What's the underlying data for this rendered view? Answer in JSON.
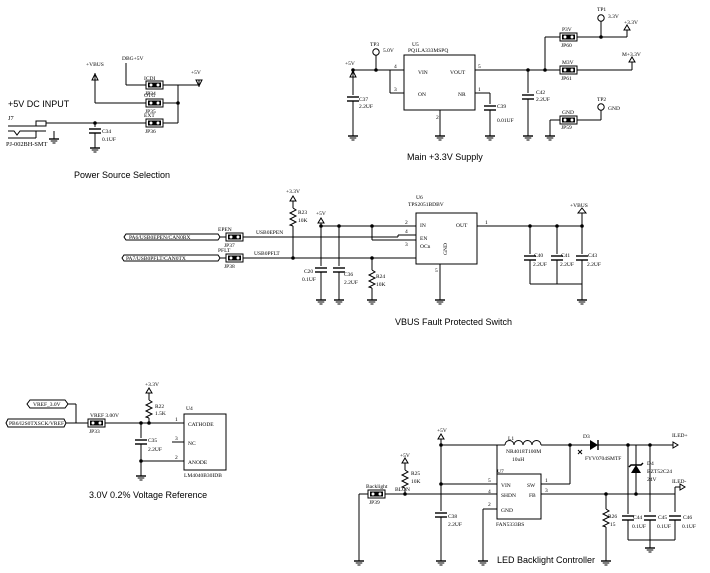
{
  "sections": {
    "power": "Power Source Selection",
    "main33": "Main +3.3V Supply",
    "vbus": "VBUS Fault Protected Switch",
    "vref": "3.0V 0.2% Voltage Reference",
    "led": "LED Backlight Controller"
  },
  "power": {
    "input_label": "+5V DC INPUT",
    "j7_ref": "J7",
    "j7_part": "PJ-002BH-SMT",
    "vbus_net": "+VBUS",
    "dbg_net": "DBG+5V",
    "p5v_net": "+5V",
    "jp34_lbl": "ICDI",
    "jp34_ref": "JP34",
    "jp35_lbl": "OTG",
    "jp35_ref": "JP35",
    "jp36_lbl": "EXT",
    "jp36_ref": "JP36",
    "c34_ref": "C34",
    "c34_val": "0.1UF"
  },
  "main33": {
    "tp3_ref": "TP3",
    "tp3_val": "5.0V",
    "u5_ref": "U5",
    "u5_part": "PQ1LA333MSPQ",
    "p5v_net": "+5V",
    "pin_vin": "VIN",
    "pin_vout": "VOUT",
    "pin_on": "ON",
    "pin_nr": "NR",
    "n4": "4",
    "n5": "5",
    "n3": "3",
    "n1": "1",
    "n2": "2",
    "c37_ref": "C37",
    "c37_val": "2.2UF",
    "c39_ref": "C39",
    "c39_val": "0.01UF",
    "c42_ref": "C42",
    "c42_val": "2.2UF",
    "tp1_ref": "TP1",
    "tp1_val": "3.3V",
    "p33_net": "+3.3V",
    "m33_net": "M+3.3V",
    "p3v_lbl": "P3V",
    "jp60_ref": "JP60",
    "m3v_lbl": "M3V",
    "jp61_ref": "JP61",
    "gnd_lbl": "GND",
    "jp59_ref": "JP59",
    "tp2_ref": "TP2",
    "tp2_val": "GND"
  },
  "vbus": {
    "p33_net": "+3.3V",
    "p5v_net": "+5V",
    "vbus_net": "+VBUS",
    "r23_ref": "R23",
    "r23_val": "10K",
    "sig_epen": "PA6/USB0EPEN/CAN0RX",
    "sig_pflt": "PA7/USB0PFLT/CAN0TX",
    "epen_lbl": "EPEN",
    "jp37_ref": "JP37",
    "pflt_lbl": "PFLT",
    "jp38_ref": "JP38",
    "net_epen": "USB0EPEN",
    "net_pflt": "USB0PFLT",
    "u6_ref": "U6",
    "u6_part": "TPS2051BDBV",
    "pin_in": "IN",
    "pin_out": "OUT",
    "pin_en": "EN",
    "pin_ocn": "OCn",
    "pin_gnd": "GND",
    "n2": "2",
    "n4": "4",
    "n3": "3",
    "n1": "1",
    "n5": "5",
    "c20_ref": "C20",
    "c20_val": "0.1UF",
    "c36_ref": "C36",
    "c36_val": "2.2UF",
    "r24_ref": "R24",
    "r24_val": "10K",
    "c40_ref": "C40",
    "c40_val": "2.2UF",
    "c41_ref": "C41",
    "c41_val": "2.2UF",
    "c43_ref": "C43",
    "c43_val": "2.2UF"
  },
  "vref": {
    "p33_net": "+3.3V",
    "vref_net": "VREF_3.0V",
    "r22_ref": "R22",
    "r22_val": "1.5K",
    "sig_pb6": "PB6/I2S0TXSCK/VREF",
    "jp_lbl": "VREF 3.00V",
    "jp33_ref": "JP33",
    "u4_ref": "U4",
    "u4_part": "LM4040B30IDB",
    "pin_cathode": "CATHODE",
    "pin_nc": "NC",
    "pin_anode": "ANODE",
    "n1": "1",
    "n3": "3",
    "n2": "2",
    "c35_ref": "C35",
    "c35_val": "2.2UF"
  },
  "led": {
    "p5v_a": "+5V",
    "p5v_b": "+5V",
    "l1_ref": "L1",
    "l1_part": "NR4018T100M",
    "l1_val": "10uH",
    "d3_ref": "D3",
    "d3_part": "FYV0704SMTF",
    "iled_p": "ILED+",
    "iled_m": "ILED-",
    "d4_ref": "D4",
    "d4_part": "BZT52C24",
    "d4_val": "24V",
    "r25_ref": "R25",
    "r25_val": "10K",
    "u7_ref": "U7",
    "u7_part": "FAN5333BS",
    "pin_vin": "VIN",
    "pin_sw": "SW",
    "pin_shdn": "SHDN",
    "pin_fb": "FB",
    "pin_gnd": "GND",
    "n5": "5",
    "n1": "1",
    "n4": "4",
    "n3": "3",
    "n2": "2",
    "bl_lbl": "Backlight",
    "bl_net": "BLON",
    "jp39_ref": "JP39",
    "c38_ref": "C38",
    "c38_val": "2.2UF",
    "r26_ref": "R26",
    "r26_val": "15",
    "c44_ref": "C44",
    "c44_val": "0.1UF",
    "c45_ref": "C45",
    "c45_val": "0.1UF",
    "c46_ref": "C46",
    "c46_val": "0.1UF"
  }
}
